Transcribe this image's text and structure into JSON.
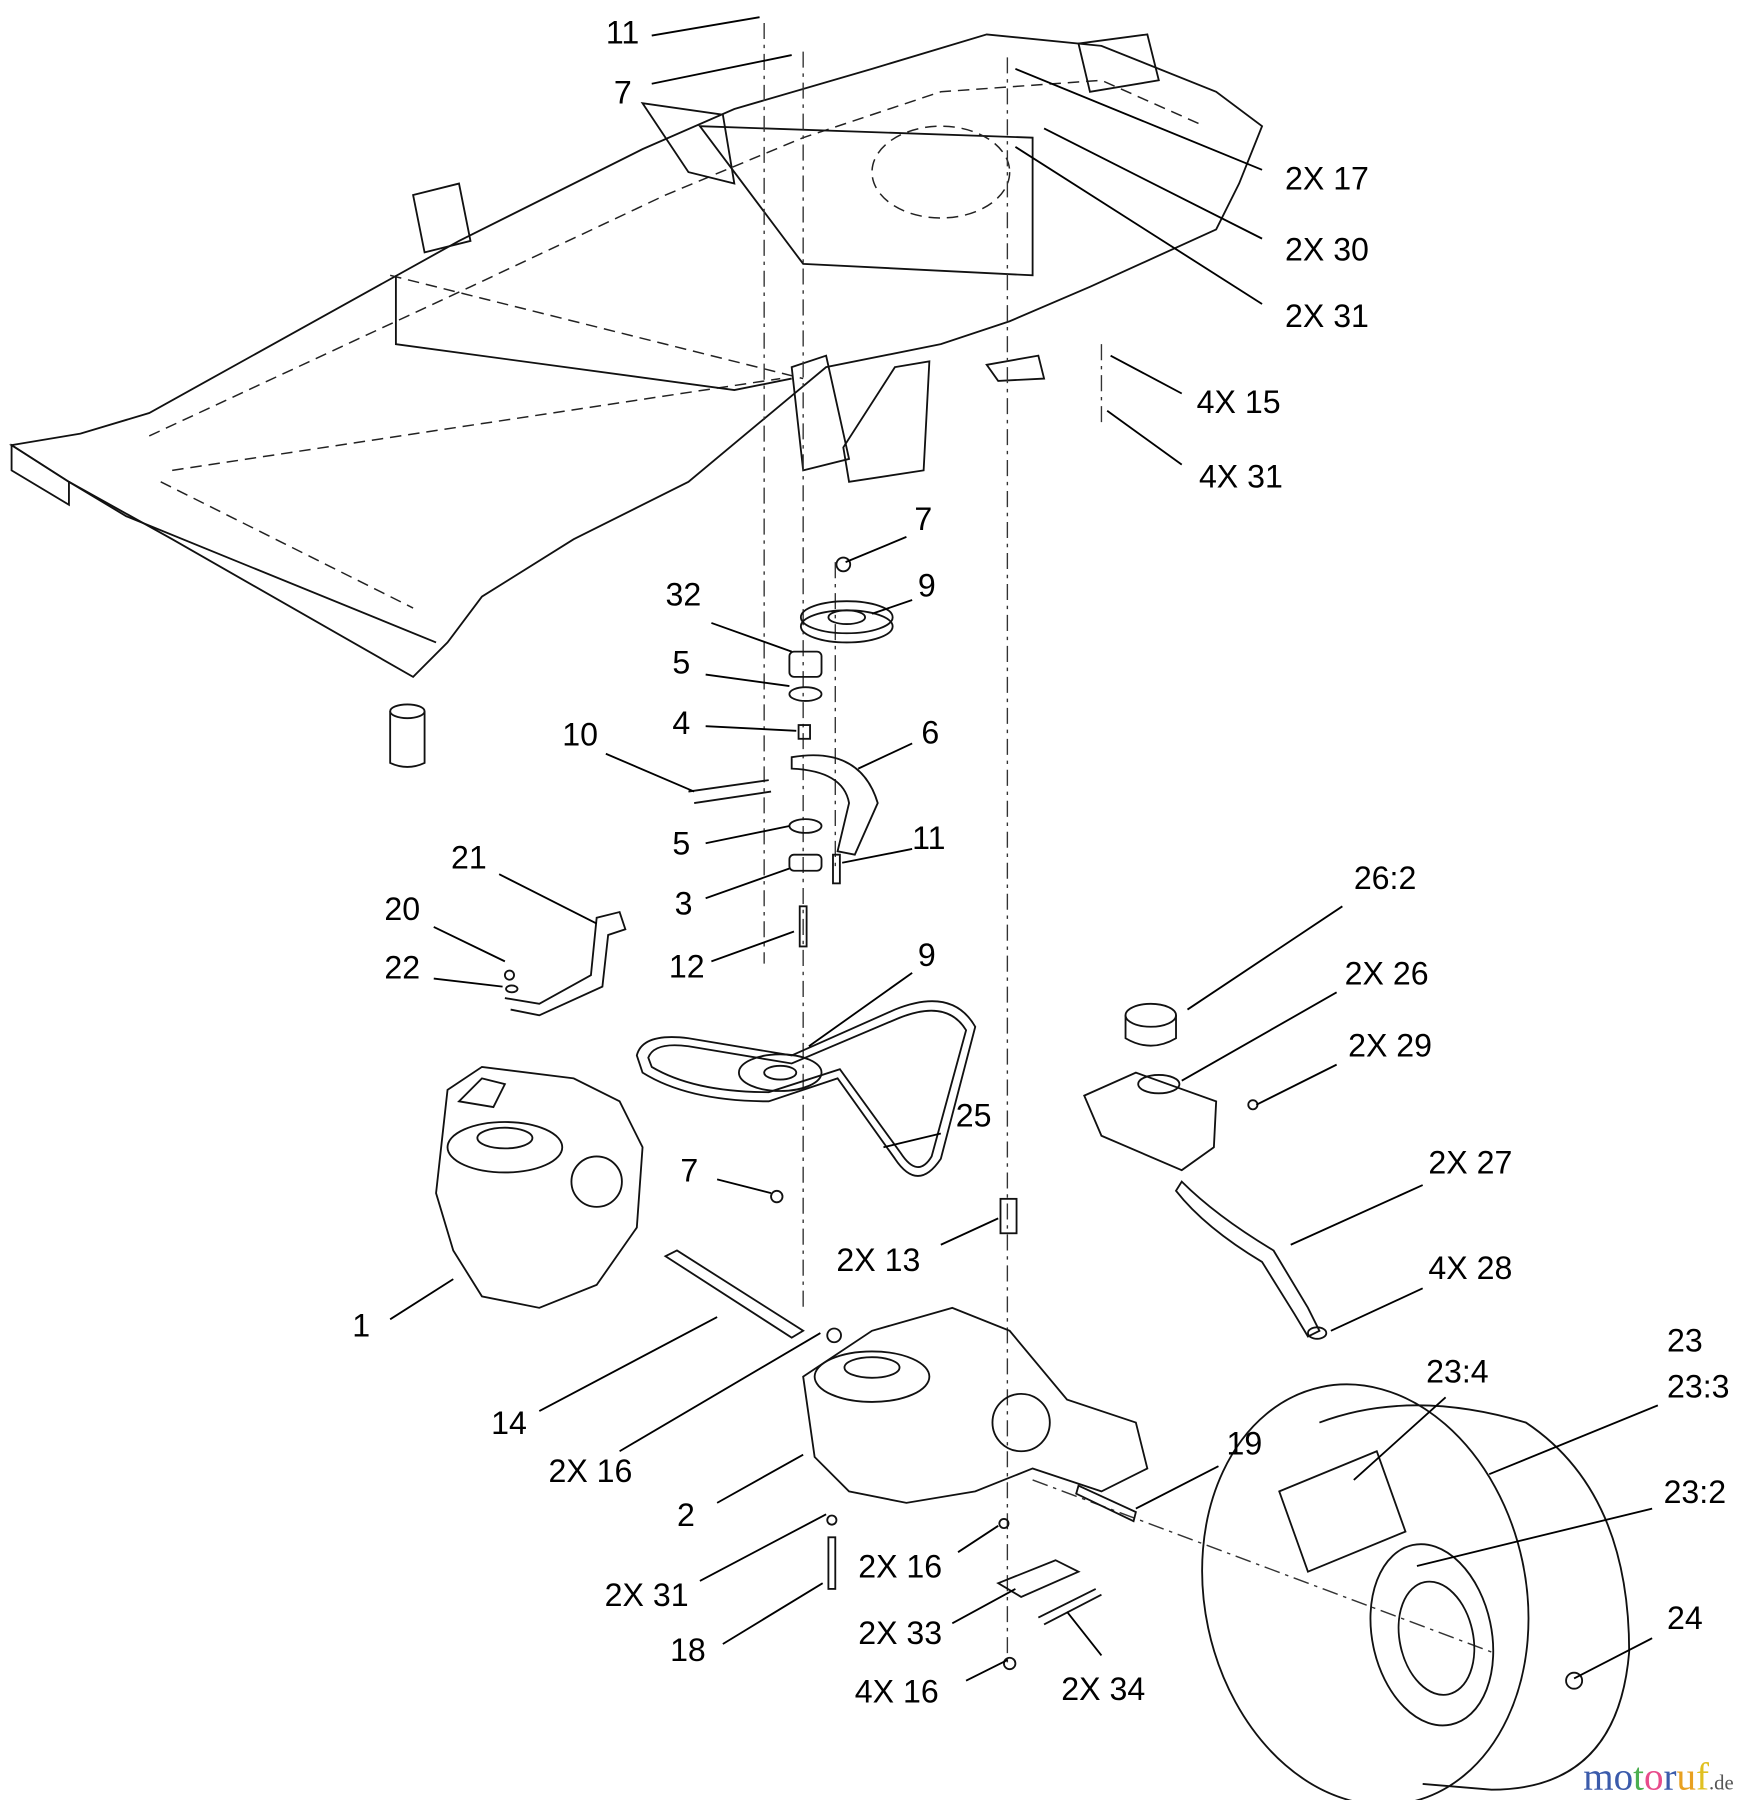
{
  "diagram": {
    "callouts": [
      "11",
      "7",
      "2X 17",
      "2X 30",
      "2X 31",
      "4X 15",
      "4X 31",
      "7",
      "9",
      "32",
      "5",
      "4",
      "6",
      "10",
      "5",
      "11",
      "3",
      "21",
      "20",
      "22",
      "12",
      "9",
      "26:2",
      "2X 26",
      "2X 29",
      "25",
      "7",
      "2X 27",
      "2X 13",
      "4X 28",
      "1",
      "14",
      "2X 16",
      "23",
      "23:3",
      "23:4",
      "19",
      "23:2",
      "2",
      "2X 31",
      "2X 16",
      "2X 33",
      "18",
      "24",
      "2X 34",
      "4X 16"
    ],
    "parts": [
      "frame",
      "idler-pulley",
      "spacer",
      "washer",
      "bushing",
      "idler-arm",
      "extension-spring",
      "washer",
      "spacer",
      "bolt",
      "pump-rod",
      "hairpin",
      "washer",
      "transmission-pulley",
      "drive-belt",
      "expansion-tank",
      "tank-cap",
      "hose",
      "hose-clamp",
      "transmission-left",
      "transmission-right",
      "tube",
      "bolt",
      "tire-wheel-assembly",
      "lug-nut",
      "spring",
      "bracket"
    ]
  },
  "watermark": {
    "text_main": "motoruf",
    "text_suffix": ".de",
    "letter_colors": [
      "#3b5bab",
      "#3b5bab",
      "#4caf50",
      "#e84c8b",
      "#3b5bab",
      "#e8a020",
      "#e0c020"
    ]
  }
}
